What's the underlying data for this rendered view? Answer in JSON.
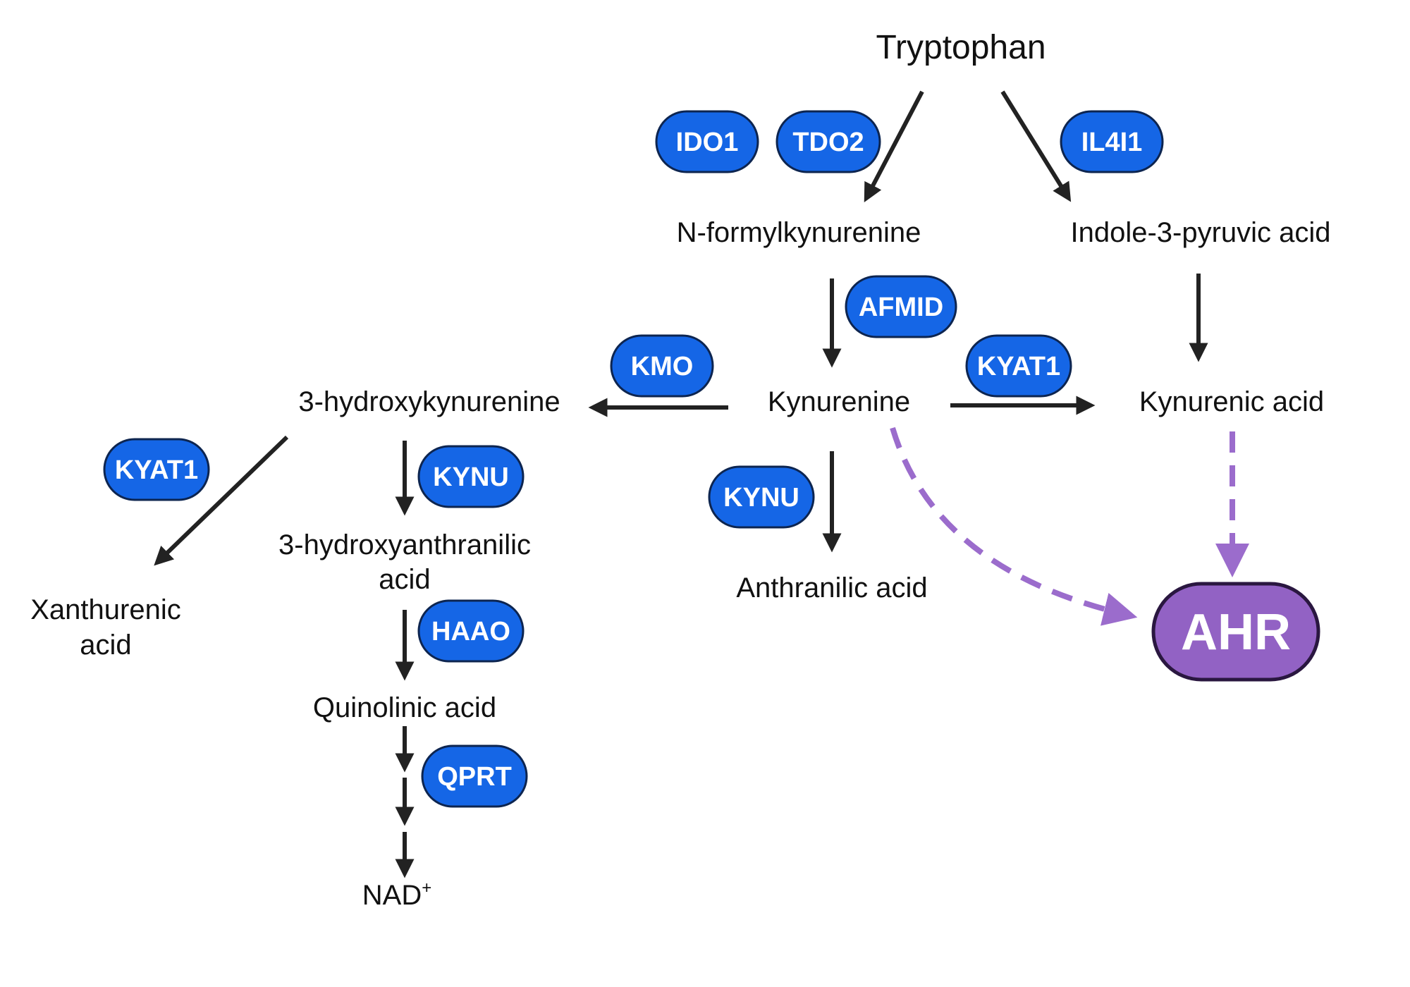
{
  "metabolites": {
    "tryptophan": "Tryptophan",
    "n_formylkynurenine": "N-formylkynurenine",
    "indole_3_pyruvic_acid": "Indole-3-pyruvic acid",
    "kynurenine": "Kynurenine",
    "kynurenic_acid": "Kynurenic acid",
    "hydroxykynurenine": "3-hydroxykynurenine",
    "anthranilic_acid": "Anthranilic acid",
    "xanthurenic_acid_line1": "Xanthurenic",
    "xanthurenic_acid_line2": "acid",
    "hydroxyanthranilic_line1": "3-hydroxyanthranilic",
    "hydroxyanthranilic_line2": "acid",
    "quinolinic_acid": "Quinolinic acid",
    "nad": "NAD",
    "nad_superscript": "+"
  },
  "enzymes": {
    "ido1": "IDO1",
    "tdo2": "TDO2",
    "il4i1": "IL4I1",
    "afmid": "AFMID",
    "kmo": "KMO",
    "kyat1_right": "KYAT1",
    "kyat1_left": "KYAT1",
    "kynu_left": "KYNU",
    "kynu_center": "KYNU",
    "haao": "HAAO",
    "qprt": "QPRT"
  },
  "receptor": {
    "ahr": "AHR"
  },
  "colors": {
    "enzyme_fill": "#1566e6",
    "enzyme_border": "#0d2550",
    "ahr_fill": "#9262c4",
    "ahr_border": "#2a1740",
    "dashed_arrow": "#9b6ccc",
    "solid_arrow": "#222222"
  }
}
